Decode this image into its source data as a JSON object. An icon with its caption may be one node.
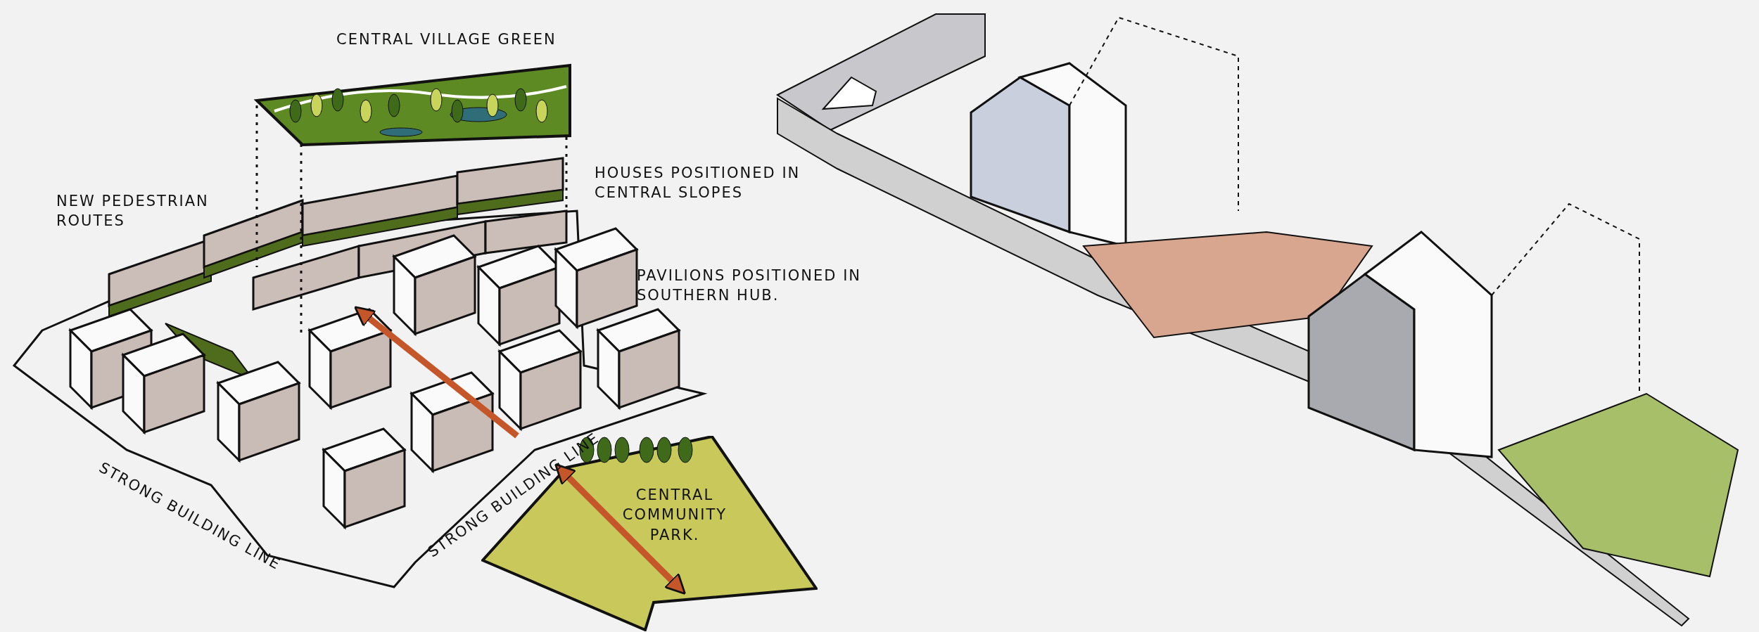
{
  "diagram": {
    "nodes": [
      {
        "text": [
          "CENTRAL VILLAGE GREEN"
        ]
      },
      {
        "text": [
          "CENTRAL COMMUNITY PARK."
        ]
      }
    ],
    "labels": [
      "NEW PEDESTRIAN ROUTES",
      "HOUSES POSITIONED IN CENTRAL SLOPES",
      "PAVILIONS POSITIONED IN SOUTHERN HUB.",
      "STRONG BUILDING LINE",
      "STRONG BUILDING LINE"
    ]
  }
}
